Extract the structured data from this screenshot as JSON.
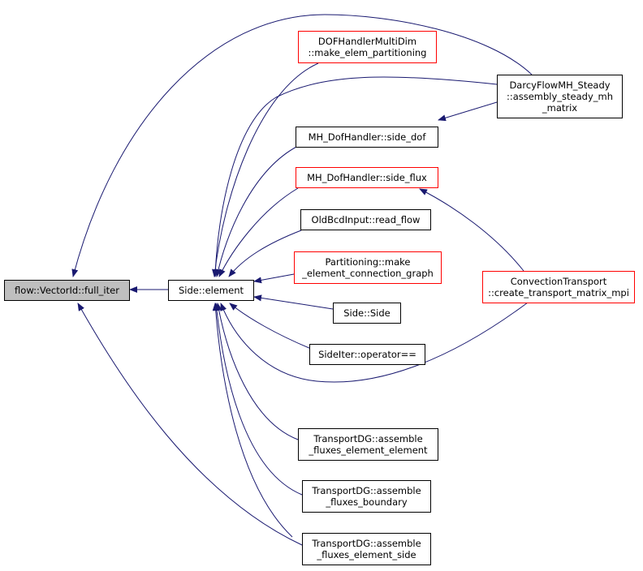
{
  "diagram": {
    "nodes": {
      "full_iter": {
        "lines": [
          "flow::VectorId::full_iter"
        ]
      },
      "side_element": {
        "lines": [
          "Side::element"
        ]
      },
      "dofhandler": {
        "lines": [
          "DOFHandlerMultiDim",
          "::make_elem_partitioning"
        ]
      },
      "darcy": {
        "lines": [
          "DarcyFlowMH_Steady",
          "::assembly_steady_mh",
          "_matrix"
        ]
      },
      "side_dof": {
        "lines": [
          "MH_DofHandler::side_dof"
        ]
      },
      "side_flux": {
        "lines": [
          "MH_DofHandler::side_flux"
        ]
      },
      "read_flow": {
        "lines": [
          "OldBcdInput::read_flow"
        ]
      },
      "partitioning": {
        "lines": [
          "Partitioning::make",
          "_element_connection_graph"
        ]
      },
      "side_side": {
        "lines": [
          "Side::Side"
        ]
      },
      "sideiter": {
        "lines": [
          "SideIter::operator=="
        ]
      },
      "convection": {
        "lines": [
          "ConvectionTransport",
          "::create_transport_matrix_mpi"
        ]
      },
      "tdg_elem": {
        "lines": [
          "TransportDG::assemble",
          "_fluxes_element_element"
        ]
      },
      "tdg_bound": {
        "lines": [
          "TransportDG::assemble",
          "_fluxes_boundary"
        ]
      },
      "tdg_side": {
        "lines": [
          "TransportDG::assemble",
          "_fluxes_element_side"
        ]
      }
    },
    "colors": {
      "normal_border": "#000000",
      "highlight_border": "#ff0000",
      "root_fill": "#bfbfbf",
      "edge": "#191970"
    }
  }
}
